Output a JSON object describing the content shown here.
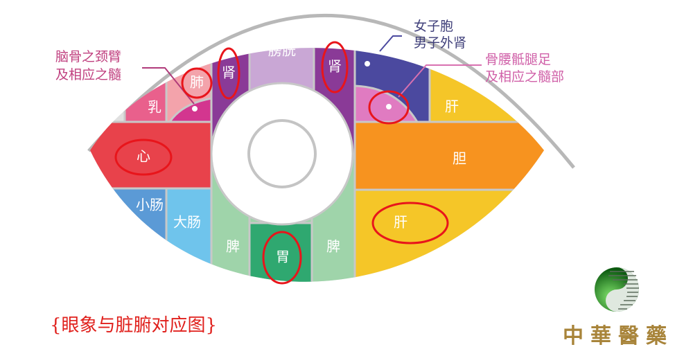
{
  "regions": {
    "breast": "乳",
    "lung": "肺",
    "kidney_left": "肾",
    "bladder": "膀胱",
    "kidney_right": "肾",
    "liver_top": "肝",
    "heart": "心",
    "gallbladder": "胆",
    "small_intestine": "小肠",
    "large_intestine": "大肠",
    "spleen_left": "脾",
    "stomach": "胃",
    "spleen_right": "脾",
    "liver_bottom": "肝"
  },
  "annotations": {
    "brain_line1": "脑骨之颈臂",
    "brain_line2": "及相应之髓",
    "uterus_line1": "女子胞",
    "uterus_line2": "男子外肾",
    "bone_line1": "骨腰骶腿足",
    "bone_line2": "及相应之髓部"
  },
  "caption": "{眼象与脏腑对应图}",
  "logo": {
    "text": "中華醫藥"
  },
  "colors": {
    "highlight": "#e8151b",
    "breast": "#e9608c",
    "lung": "#f3a3ab",
    "brain": "#d3368f",
    "kidney": "#8a3a97",
    "bladder": "#c9a7d5",
    "uterus": "#4b499f",
    "bone": "#e07bc1",
    "liver": "#f5c628",
    "heart": "#e8424b",
    "gallbladder": "#f7931f",
    "small_intestine": "#5b9ad6",
    "large_intestine": "#6fc4ec",
    "spleen": "#9fd4aa",
    "stomach": "#2fa870"
  }
}
